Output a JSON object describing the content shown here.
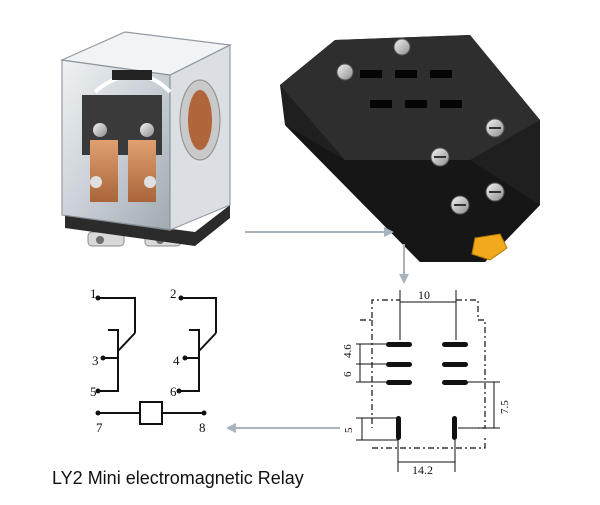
{
  "caption": "LY2 Mini electromagnetic Relay",
  "schematic": {
    "pin_labels": [
      "1",
      "2",
      "3",
      "4",
      "5",
      "6",
      "7",
      "8"
    ]
  },
  "dimensions": {
    "top_width": "10",
    "pin_pitch": "4.6",
    "row_gap": "6",
    "coil_spacing": "7.5",
    "coil_height": "5",
    "bottom_width": "14.2"
  },
  "colors": {
    "arrow": "#a9b3bc",
    "relay_body": "#cfd6dc",
    "socket": "#1f1f1f",
    "copper": "#c7875a",
    "latch": "#f2a91b"
  }
}
